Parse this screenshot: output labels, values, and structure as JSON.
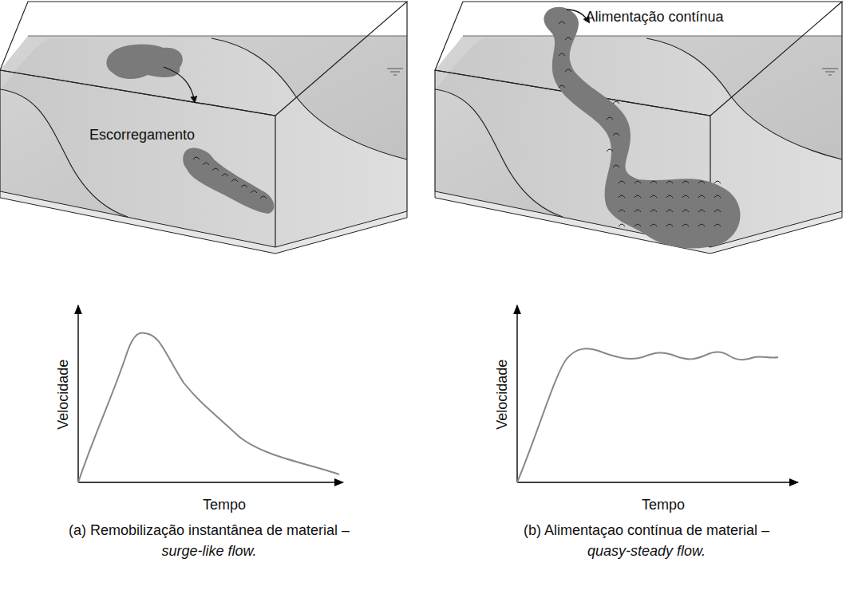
{
  "diagram": {
    "labels": [
      "Escorregamento",
      "Alimentação contínua",
      "Velocidade",
      "Tempo",
      "Velocidade",
      "Tempo",
      "(a) Remobilização instantânea de material –",
      "surge-like flow.",
      "(b) Alimentaçao contínua de material –",
      "quasy-steady flow."
    ]
  }
}
